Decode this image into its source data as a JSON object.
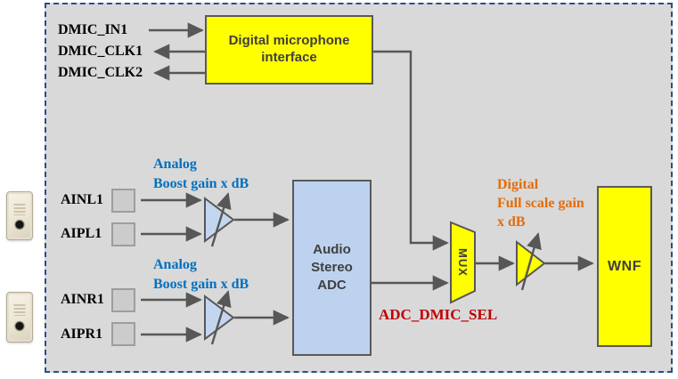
{
  "colors": {
    "frame_background": "#d9d9d9",
    "frame_border": "#2b4d8c",
    "block_yellow": "#ffff00",
    "block_light_blue": "#bdd2ef",
    "line_gray": "#575757",
    "block_text": "#3f3f3f",
    "signal_text": "#000000",
    "analog_label_blue": "#0070c0",
    "digital_label_orange": "#e36c09",
    "select_label_red": "#c00000"
  },
  "blocks": {
    "dmic_interface": {
      "line1": "Digital microphone",
      "line2": "interface"
    },
    "adc": {
      "line1": "Audio",
      "line2": "Stereo",
      "line3": "ADC"
    },
    "mux": {
      "label": "MUX"
    },
    "wnf": {
      "label": "WNF"
    }
  },
  "signals": {
    "dmic_in1": "DMIC_IN1",
    "dmic_clk1": "DMIC_CLK1",
    "dmic_clk2": "DMIC_CLK2",
    "ainl1": "AINL1",
    "aipl1": "AIPL1",
    "ainr1": "AINR1",
    "aipr1": "AIPR1",
    "adc_dmic_sel": "ADC_DMIC_SEL"
  },
  "annotations": {
    "analog_gain_left": {
      "line1": "Analog",
      "line2": "Boost gain x dB"
    },
    "analog_gain_right": {
      "line1": "Analog",
      "line2": "Boost gain x dB"
    },
    "digital_gain": {
      "line1": "Digital",
      "line2": "Full scale gain",
      "line3": "x dB"
    }
  },
  "icons": {
    "microphone_top": "mems-microphone-photo",
    "microphone_bottom": "mems-microphone-photo"
  }
}
